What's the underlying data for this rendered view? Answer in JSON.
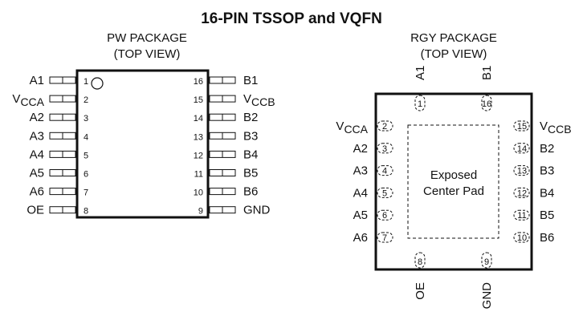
{
  "title": "16-PIN TSSOP and VQFN",
  "pw_package": {
    "title_line1": "PW PACKAGE",
    "title_line2": "(TOP VIEW)",
    "left_pins": [
      {
        "num": "1",
        "name": "A1",
        "sub": ""
      },
      {
        "num": "2",
        "name": "V",
        "sub": "CCA"
      },
      {
        "num": "3",
        "name": "A2",
        "sub": ""
      },
      {
        "num": "4",
        "name": "A3",
        "sub": ""
      },
      {
        "num": "5",
        "name": "A4",
        "sub": ""
      },
      {
        "num": "6",
        "name": "A5",
        "sub": ""
      },
      {
        "num": "7",
        "name": "A6",
        "sub": ""
      },
      {
        "num": "8",
        "name": "OE",
        "sub": ""
      }
    ],
    "right_pins": [
      {
        "num": "16",
        "name": "B1",
        "sub": ""
      },
      {
        "num": "15",
        "name": "V",
        "sub": "CCB"
      },
      {
        "num": "14",
        "name": "B2",
        "sub": ""
      },
      {
        "num": "13",
        "name": "B3",
        "sub": ""
      },
      {
        "num": "12",
        "name": "B4",
        "sub": ""
      },
      {
        "num": "11",
        "name": "B5",
        "sub": ""
      },
      {
        "num": "10",
        "name": "B6",
        "sub": ""
      },
      {
        "num": "9",
        "name": "GND",
        "sub": ""
      }
    ]
  },
  "rgy_package": {
    "title_line1": "RGY PACKAGE",
    "title_line2": "(TOP VIEW)",
    "center_pad_line1": "Exposed",
    "center_pad_line2": "Center Pad",
    "top_pins": [
      {
        "num": "1",
        "name": "A1"
      },
      {
        "num": "16",
        "name": "B1"
      }
    ],
    "bottom_pins": [
      {
        "num": "8",
        "name": "OE"
      },
      {
        "num": "9",
        "name": "GND"
      }
    ],
    "left_pins": [
      {
        "num": "2",
        "name": "V",
        "sub": "CCA"
      },
      {
        "num": "3",
        "name": "A2",
        "sub": ""
      },
      {
        "num": "4",
        "name": "A3",
        "sub": ""
      },
      {
        "num": "5",
        "name": "A4",
        "sub": ""
      },
      {
        "num": "6",
        "name": "A5",
        "sub": ""
      },
      {
        "num": "7",
        "name": "A6",
        "sub": ""
      }
    ],
    "right_pins": [
      {
        "num": "15",
        "name": "V",
        "sub": "CCB"
      },
      {
        "num": "14",
        "name": "B2",
        "sub": ""
      },
      {
        "num": "13",
        "name": "B3",
        "sub": ""
      },
      {
        "num": "12",
        "name": "B4",
        "sub": ""
      },
      {
        "num": "11",
        "name": "B5",
        "sub": ""
      },
      {
        "num": "10",
        "name": "B6",
        "sub": ""
      }
    ]
  }
}
